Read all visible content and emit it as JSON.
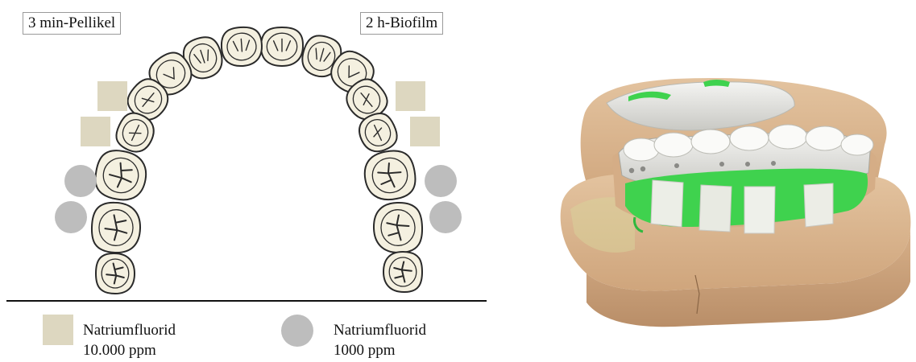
{
  "labels": {
    "left_box": "3 min-Pellikel",
    "right_box": "2 h-Biofilm"
  },
  "legend": {
    "square": {
      "line1": "Natriumfluorid",
      "line2": "10.000 ppm",
      "color": "#ddd7c0"
    },
    "circle": {
      "line1": "Natriumfluorid",
      "line2": "1000 ppm",
      "color": "#bdbdbd"
    }
  },
  "colors": {
    "tooth_fill": "#f4f0e0",
    "tooth_stroke": "#2a2a2a",
    "model_plaster": "#d9b38d",
    "appliance_green": "#3fd24e"
  }
}
